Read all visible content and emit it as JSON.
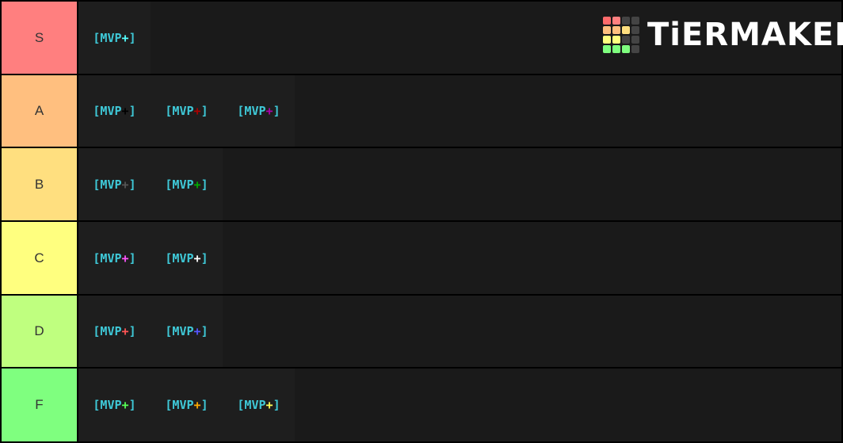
{
  "logo": {
    "text": "TiERMAKER",
    "grid_colors": [
      "#ff6b6b",
      "#ff8080",
      "#444444",
      "#444444",
      "#ffbf7f",
      "#ffbf7f",
      "#ffdf7f",
      "#444444",
      "#ffff7f",
      "#ffff7f",
      "#444444",
      "#444444",
      "#7fff7f",
      "#7fff7f",
      "#7fff7f",
      "#444444"
    ]
  },
  "tiers": [
    {
      "label": "S",
      "color": "#ff7f7f",
      "items": [
        {
          "left": "[MVP",
          "plus": "+",
          "right": "]",
          "plus_color": "#55ffff"
        }
      ]
    },
    {
      "label": "A",
      "color": "#ffbf7f",
      "items": [
        {
          "left": "[MVP",
          "plus": "+",
          "right": "]",
          "plus_color": "#000000"
        },
        {
          "left": "[MVP",
          "plus": "+",
          "right": "]",
          "plus_color": "#aa0000"
        },
        {
          "left": "[MVP",
          "plus": "+",
          "right": "]",
          "plus_color": "#aa00aa"
        }
      ]
    },
    {
      "label": "B",
      "color": "#ffdf7f",
      "items": [
        {
          "left": "[MVP",
          "plus": "+",
          "right": "]",
          "plus_color": "#555555"
        },
        {
          "left": "[MVP",
          "plus": "+",
          "right": "]",
          "plus_color": "#00aa00"
        }
      ]
    },
    {
      "label": "C",
      "color": "#ffff7f",
      "items": [
        {
          "left": "[MVP",
          "plus": "+",
          "right": "]",
          "plus_color": "#ff55ff"
        },
        {
          "left": "[MVP",
          "plus": "+",
          "right": "]",
          "plus_color": "#ffffff"
        }
      ]
    },
    {
      "label": "D",
      "color": "#bfff7f",
      "items": [
        {
          "left": "[MVP",
          "plus": "+",
          "right": "]",
          "plus_color": "#ff5555"
        },
        {
          "left": "[MVP",
          "plus": "+",
          "right": "]",
          "plus_color": "#5555ff"
        }
      ]
    },
    {
      "label": "F",
      "color": "#7fff7f",
      "items": [
        {
          "left": "[MVP",
          "plus": "+",
          "right": "]",
          "plus_color": "#55ff55"
        },
        {
          "left": "[MVP",
          "plus": "+",
          "right": "]",
          "plus_color": "#ffaa00"
        },
        {
          "left": "[MVP",
          "plus": "+",
          "right": "]",
          "plus_color": "#ffff55"
        }
      ]
    }
  ]
}
